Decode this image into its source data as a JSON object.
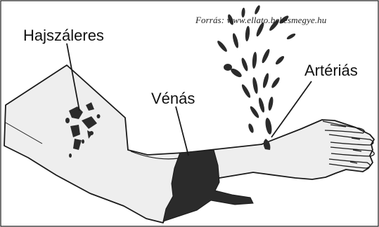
{
  "source": "Forrás: www.ellato.bekesmegye.hu",
  "labels": {
    "capillary": "Hajszáleres",
    "venous": "Vénás",
    "arterial": "Artériás"
  },
  "colors": {
    "outline": "#1a1a1a",
    "skin": "#eeeeee",
    "blood": "#2b2b2b"
  }
}
